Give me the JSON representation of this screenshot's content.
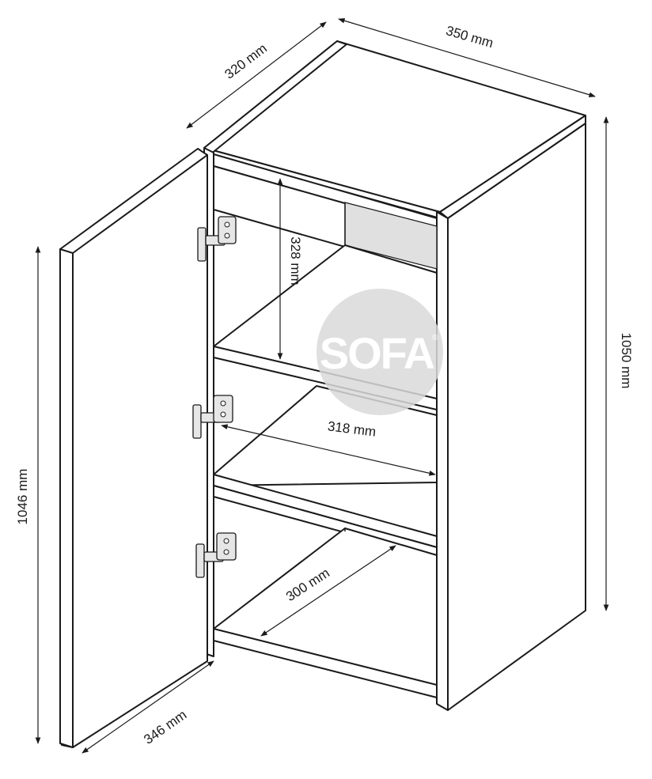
{
  "dimensions": {
    "depth_top": "320 mm",
    "width_top": "350 mm",
    "height_cabinet": "1050 mm",
    "height_door": "1046 mm",
    "door_width": "346 mm",
    "shelf_height": "328 mm",
    "inner_width": "318 mm",
    "inner_depth": "300 mm"
  },
  "watermark": {
    "text": "SOFA",
    "mark": "®"
  },
  "colors": {
    "line": "#1a1a1a",
    "watermark": "#d9d9d9",
    "shade": "#e0e0e0"
  }
}
